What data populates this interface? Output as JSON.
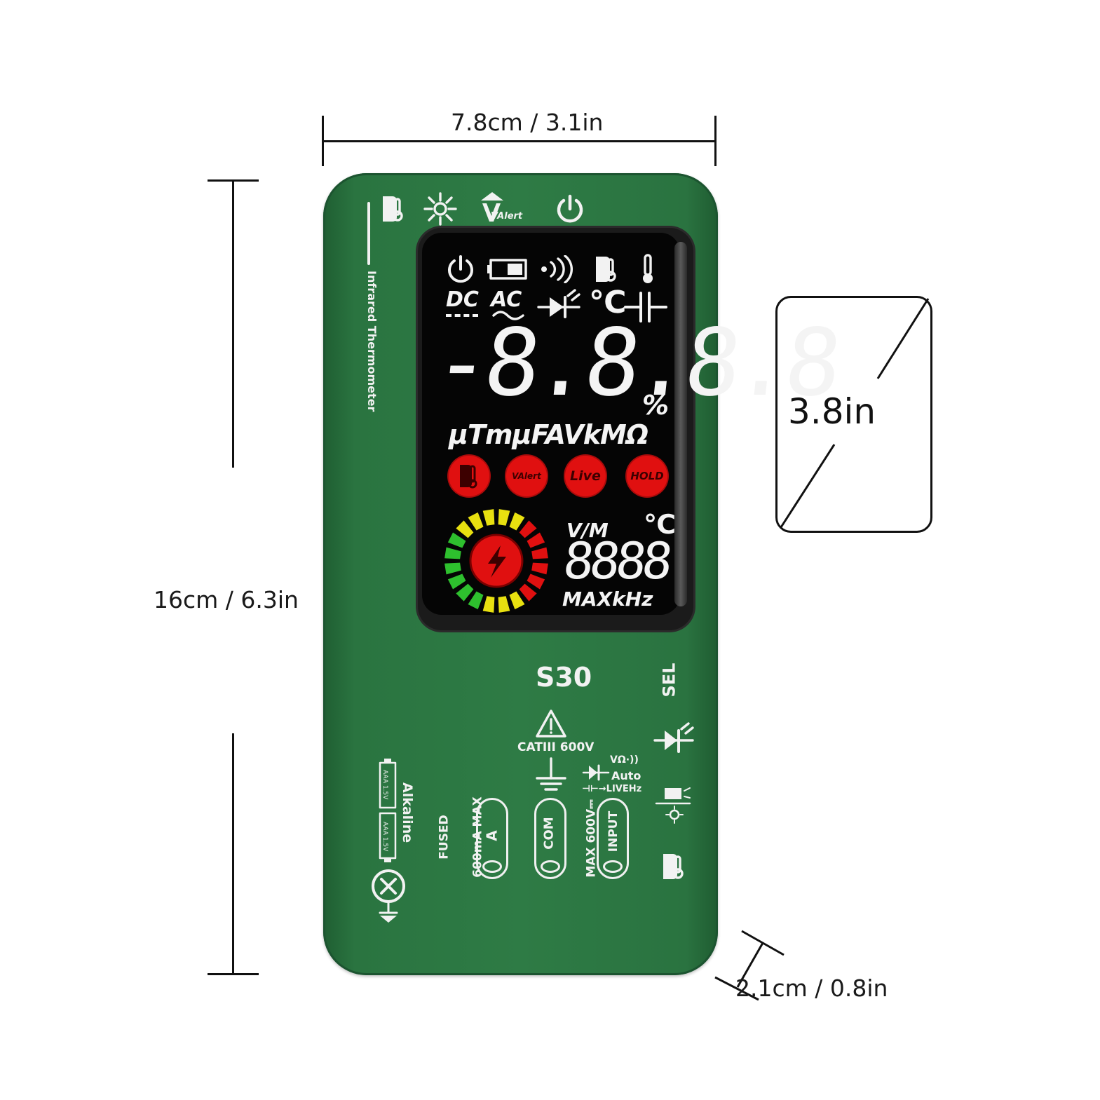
{
  "dimensions": {
    "width_label": "7.8cm / 3.1in",
    "height_label": "16cm / 6.3in",
    "depth_label": "2.1cm / 0.8in",
    "screen_label": "3.8in"
  },
  "device": {
    "side_label": "Infrared Thermometer",
    "top_icons": [
      "thermometer-icon",
      "laser-icon",
      "v-alert-icon",
      "power-icon"
    ],
    "top_alert_label": "VAlert",
    "model": "S30",
    "sel_label": "SEL",
    "warning_label": "CATIII 600V",
    "auto_block": {
      "line1": "VΩ·))",
      "line2": "Auto",
      "line3": "⊣⊢→LIVEHz"
    },
    "jacks": [
      {
        "label": "A",
        "side_text_1": "FUSED",
        "side_text_2": "600mA MAX"
      },
      {
        "label": "COM"
      },
      {
        "label": "INPUT",
        "side_text_1": "MAX 600V⎓"
      }
    ],
    "battery_text": "AAA 1.5V",
    "battery_type": "Alkaline",
    "colors": {
      "body": "#2e7b45",
      "button_red": "#e01010"
    }
  },
  "lcd": {
    "status_icons": [
      "power-icon",
      "battery-icon",
      "buzzer-icon",
      "ir-thermometer-icon",
      "thermometer-icon"
    ],
    "mode_dc": "DC",
    "mode_ac": "AC",
    "unit_temp": "℃",
    "main_reading": "-8.8.8.8",
    "percent": "%",
    "units": "μTmμFAVkMΩ",
    "buttons": [
      "thermometer",
      "VAlert",
      "Live",
      "HOLD"
    ],
    "btn_valert": "VAlert",
    "btn_live": "Live",
    "btn_hold": "HOLD",
    "sub_unit": "V/M",
    "sub_temp": "℃",
    "sub_reading": "8888",
    "sub_footer": "MAXkHz"
  }
}
